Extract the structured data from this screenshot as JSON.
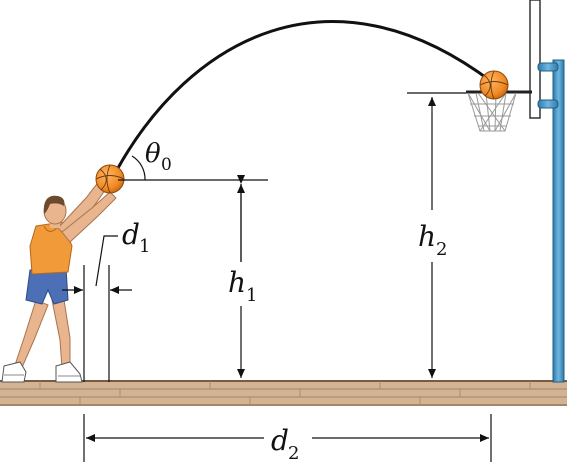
{
  "labels": {
    "theta": "θ",
    "theta_sub": "0",
    "d1": "d",
    "d1_sub": "1",
    "h1": "h",
    "h1_sub": "1",
    "h2": "h",
    "h2_sub": "2",
    "d2": "d",
    "d2_sub": "2"
  },
  "colors": {
    "ball": "#f08a24",
    "ball_shade": "#d46a12",
    "jersey": "#f09a3a",
    "shorts": "#4c6fb5",
    "skin": "#e9b58f",
    "hair": "#6b4a2e",
    "pole": "#3f8fc0",
    "floor": "#c9a98a",
    "floor_line": "#8c6a4e",
    "ink": "#111111"
  },
  "icons": {
    "player": "basketball-player-figure",
    "ball": "basketball-icon",
    "hoop": "basketball-hoop-figure"
  }
}
